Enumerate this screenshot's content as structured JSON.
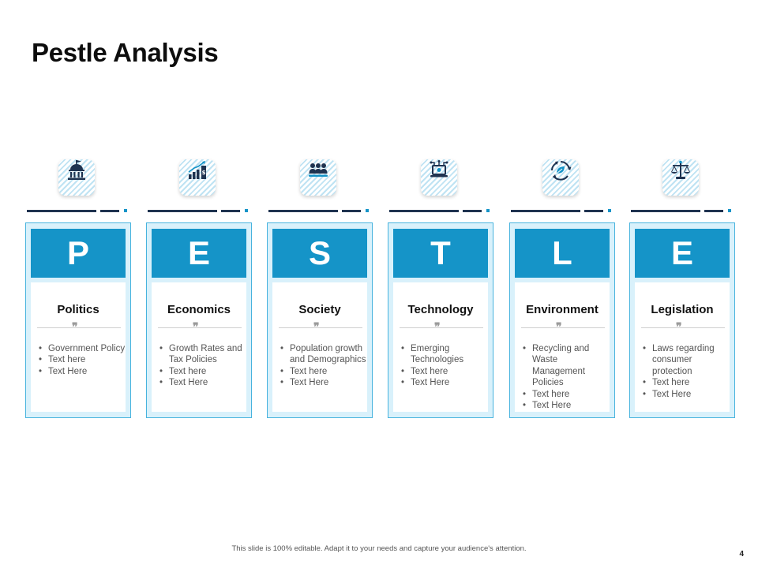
{
  "slide": {
    "title": "Pestle Analysis",
    "footer": "This slide is 100% editable. Adapt it to your needs and capture your audience's attention.",
    "page_number": "4"
  },
  "colors": {
    "accent": "#1594c8",
    "card_bg": "#d9f1fb",
    "dark": "#1f3350"
  },
  "columns": [
    {
      "letter": "P",
      "heading": "Politics",
      "icon": "government-building-icon",
      "bullets": [
        "Government Policy",
        "Text here",
        "Text Here"
      ]
    },
    {
      "letter": "E",
      "heading": "Economics",
      "icon": "growth-chart-icon",
      "bullets": [
        "Growth Rates and Tax Policies",
        "Text here",
        "Text Here"
      ]
    },
    {
      "letter": "S",
      "heading": "Society",
      "icon": "people-group-icon",
      "bullets": [
        "Population growth and Demographics",
        "Text here",
        "Text Here"
      ]
    },
    {
      "letter": "T",
      "heading": "Technology",
      "icon": "laptop-network-icon",
      "bullets": [
        "Emerging Technologies",
        "Text here",
        "Text Here"
      ]
    },
    {
      "letter": "L",
      "heading": "Environment",
      "icon": "recycle-leaf-icon",
      "bullets": [
        "Recycling and Waste Management Policies",
        "Text here",
        "Text Here"
      ]
    },
    {
      "letter": "E",
      "heading": "Legislation",
      "icon": "scales-of-justice-icon",
      "bullets": [
        "Laws regarding consumer protection",
        "Text here",
        "Text Here"
      ]
    }
  ]
}
